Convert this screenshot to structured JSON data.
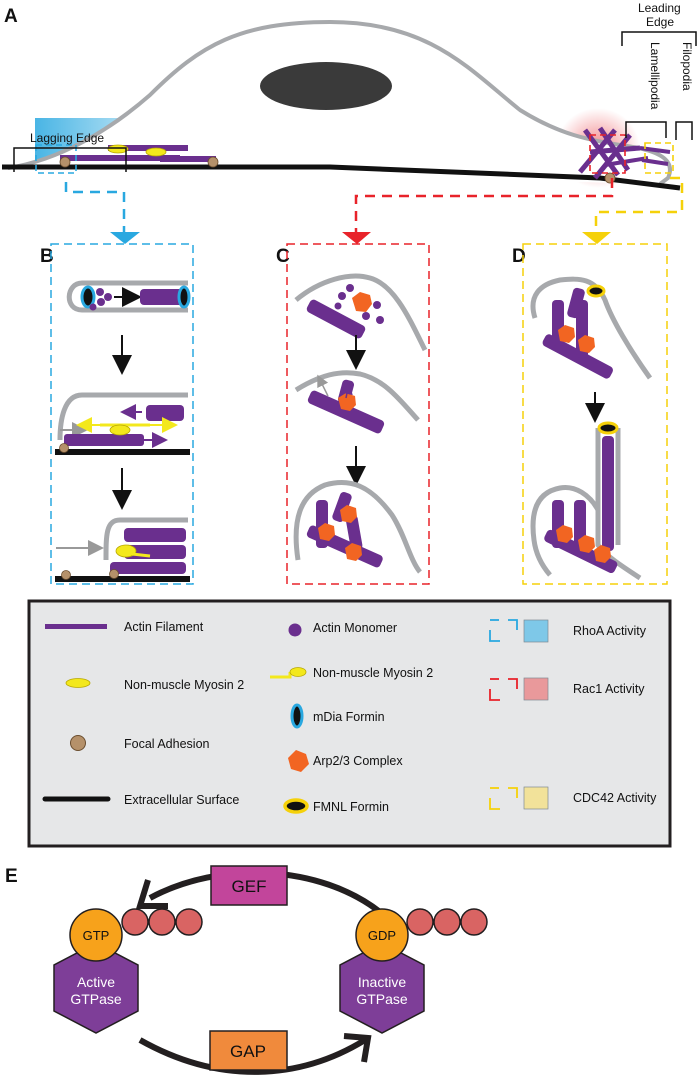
{
  "panels": {
    "a": "A",
    "b": "B",
    "c": "C",
    "d": "D",
    "e": "E"
  },
  "annotations": {
    "leading_edge_line1": "Leading",
    "leading_edge_line2": "Edge",
    "lamellipodia": "Lamellipodia",
    "filopodia": "Filopodia",
    "lagging_edge": "Lagging Edge"
  },
  "legend": {
    "actin_filament": "Actin Filament",
    "nm_myosin_a": "Non-muscle Myosin 2",
    "focal_adhesion": "Focal Adhesion",
    "extracellular_surface": "Extracellular Surface",
    "actin_monomer": "Actin Monomer",
    "nm_myosin_b": "Non-muscle Myosin 2",
    "mdia_formin": "mDia Formin",
    "arp23": "Arp2/3 Complex",
    "fmnl_formin": "FMNL Formin",
    "rhoa": "RhoA Activity",
    "rac1": "Rac1 Activity",
    "cdc42": "CDC42 Activity"
  },
  "cycle": {
    "gef": "GEF",
    "gap": "GAP",
    "gtp": "GTP",
    "gdp": "GDP",
    "active_line1": "Active",
    "active_line2": "GTPase",
    "inactive_line1": "Inactive",
    "inactive_line2": "GTPase"
  },
  "colors": {
    "rhoa": "#29a8e0",
    "rac1": "#e8232a",
    "cdc42": "#f5d10a",
    "actin": "#6a2f8e",
    "myosin": "#f3e81c",
    "arp": "#f26522",
    "focal": "#b5916a",
    "cell": "#a7a9ac",
    "gef": "#c2459b",
    "gap": "#f08a3c",
    "hex": "#7e3e98",
    "nucleotide": "#f7a21b",
    "bead": "#d96463"
  }
}
